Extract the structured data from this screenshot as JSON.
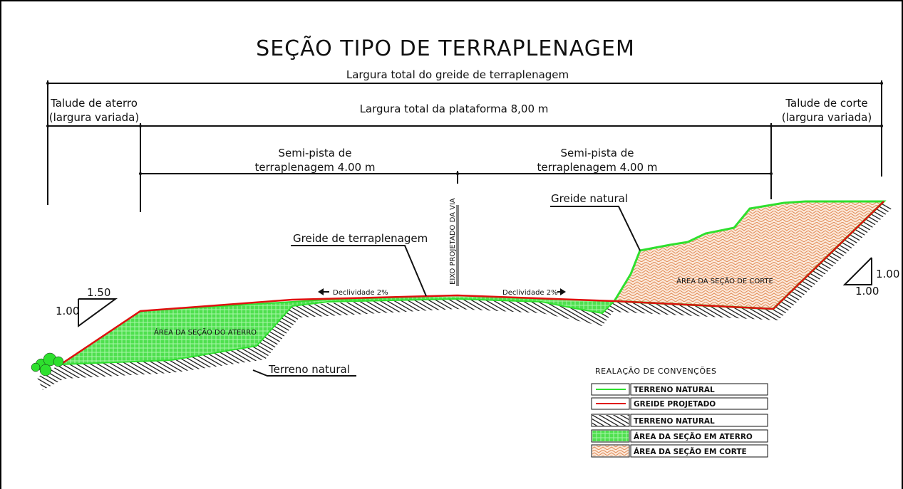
{
  "title": "SEÇÃO TIPO DE TERRAPLENAGEM",
  "dimensions": {
    "total_greide": "Largura total do greide de terraplenagem",
    "talude_aterro_line1": "Talude de aterro",
    "talude_aterro_line2": "(largura variada)",
    "plataforma": "Largura total da plataforma 8,00 m",
    "talude_corte_line1": "Talude de corte",
    "talude_corte_line2": "(largura variada)",
    "semi_left_line1": "Semi-pista de",
    "semi_left_line2": "terraplenagem 4.00 m",
    "semi_right_line1": "Semi-pista de",
    "semi_right_line2": "terraplenagem 4.00 m"
  },
  "annotations": {
    "eixo": "EIXO PROJETADO DA VIA",
    "greide_natural": "Greide natural",
    "greide_terraplenagem": "Greide de terraplenagem",
    "terreno_natural": "Terreno natural",
    "declividade_left": "Declividade   2%",
    "declividade_right": "Declividade   2%",
    "area_aterro": "ÁREA DA SEÇÃO DO ATERRO",
    "area_corte": "ÁREA DA SEÇÃO DE CORTE",
    "slope_left_h": "1.50",
    "slope_left_v": "1.00",
    "slope_right_h": "1.00",
    "slope_right_v": "1.00"
  },
  "legend": {
    "title": "REALAÇÃO DE CONVENÇÕES",
    "items": [
      {
        "label": "TERRENO NATURAL",
        "symbol": "green-line"
      },
      {
        "label": "GREIDE PROJETADO",
        "symbol": "red-line"
      },
      {
        "label": "TERRENO NATURAL",
        "symbol": "hatch"
      },
      {
        "label": "ÁREA DA SEÇÃO EM ATERRO",
        "symbol": "green-fill"
      },
      {
        "label": "ÁREA DA SEÇÃO EM CORTE",
        "symbol": "orange-fill"
      }
    ]
  },
  "colors": {
    "terreno_line": "#2ee02e",
    "greide_line": "#e01010",
    "aterro_fill": "#3bd63b",
    "corte_fill": "#e8a070",
    "hatch": "#111111"
  }
}
